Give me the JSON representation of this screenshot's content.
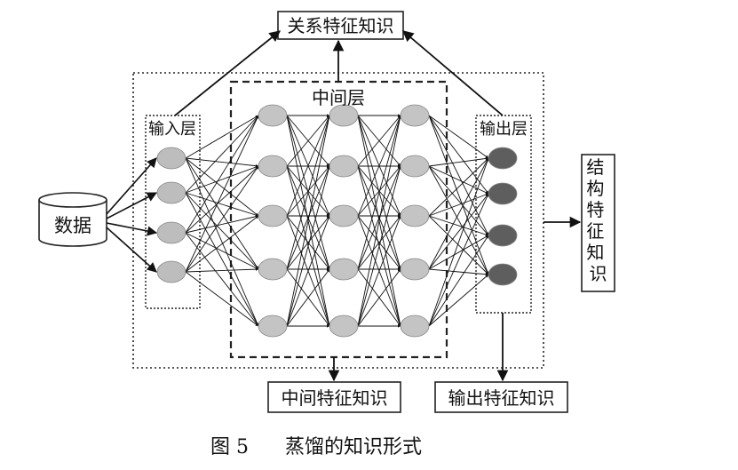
{
  "labels": {
    "relation_knowledge": "关系特征知识",
    "middle_layer": "中间层",
    "input_layer": "输入层",
    "output_layer": "输出层",
    "data": "数据",
    "structure_knowledge": [
      "结",
      "构",
      "特",
      "征",
      "知",
      "识"
    ],
    "middle_knowledge": "中间特征知识",
    "output_knowledge": "输出特征知识",
    "caption_num": "图 5",
    "caption_text": "蒸馏的知识形式"
  },
  "network": {
    "layer_sizes": [
      4,
      5,
      5,
      5,
      4
    ],
    "colors": {
      "input": "#bdbdbd",
      "hidden": "#c4c4c4",
      "output": "#5e5e5e"
    }
  }
}
